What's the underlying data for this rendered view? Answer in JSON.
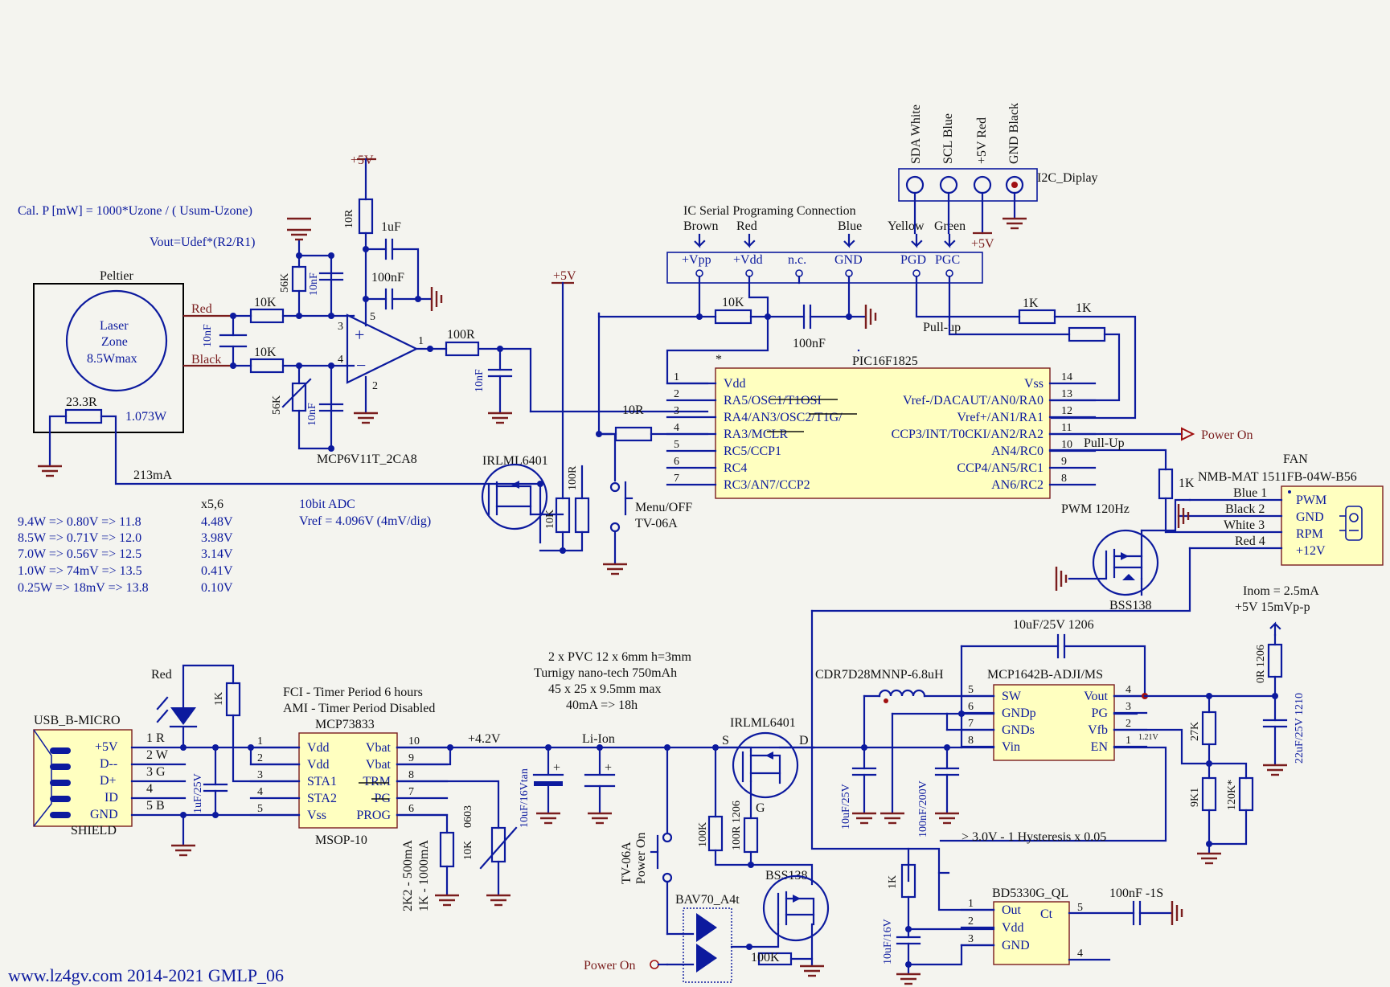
{
  "formulas": {
    "cal": "Cal. P [mW] = 1000*Uzone / ( Usum-Uzone)",
    "vout": "Vout=Udef*(R2/R1)"
  },
  "peltier": {
    "title": "Peltier",
    "laser_l1": "Laser",
    "laser_l2": "Zone",
    "laser_l3": "8.5Wmax",
    "red": "Red",
    "black": "Black",
    "r_sense": "23.3R",
    "power": "1.073W",
    "current": "213mA"
  },
  "amp": {
    "r10k_a": "10K",
    "r10k_b": "10K",
    "r56k_a": "56K",
    "r56k_b": "56K",
    "c10nf_a": "10nF",
    "c10nf_b": "10nF",
    "c10nf_in": "10nF",
    "pin3": "3",
    "pin4": "4",
    "pin5": "5",
    "pin2": "2",
    "pin1": "1",
    "opamp": "MCP6V11T_2CA8",
    "vcc": "+5V",
    "r10r": "10R",
    "c1uf": "1uF",
    "c100nf": "100nF",
    "r100r": "100R",
    "c10nf_out": "10nF"
  },
  "adc": {
    "head": "x5,6",
    "title": "10bit ADC",
    "vref": "Vref = 4.096V (4mV/dig)",
    "rows": [
      {
        "a": "9.4W => 0.80V => 11.8",
        "b": "4.48V"
      },
      {
        "a": "8.5W => 0.71V => 12.0",
        "b": "3.98V"
      },
      {
        "a": "7.0W => 0.56V => 12.5",
        "b": "3.14V"
      },
      {
        "a": "1.0W => 74mV => 13.5",
        "b": "0.41V"
      },
      {
        "a": "0.25W => 18mV => 13.8",
        "b": "0.10V"
      }
    ]
  },
  "mid": {
    "vcc": "+5V",
    "mosfet": "IRLML6401",
    "r100r": "100R",
    "r10k": "10K",
    "sw1": "Menu/OFF",
    "sw2": "TV-06A",
    "r10r": "10R"
  },
  "icsp": {
    "title": "IC Serial Programing Connection",
    "colors": [
      "Brown",
      "Red",
      "Blue",
      "Yellow",
      "Green"
    ],
    "pins": [
      "+Vpp",
      "+Vdd",
      "n.c.",
      "GND",
      "PGD",
      "PGC"
    ],
    "r10k": "10K",
    "c100nf": "100nF",
    "pullup": "Pull-up",
    "r1k_a": "1K",
    "r1k_b": "1K"
  },
  "i2c": {
    "name": "I2C_Diplay",
    "pins": [
      "SDA  White",
      "SCL  Blue",
      "+5V  Red",
      "GND  Black"
    ],
    "vcc": "+5V"
  },
  "mcu": {
    "name": "PIC16F1825",
    "star": "*",
    "left": [
      {
        "n": "1",
        "l": "Vdd"
      },
      {
        "n": "2",
        "l": "RA5/OSC1/T1OSI"
      },
      {
        "n": "3",
        "l": "RA4/AN3/OSC2/T1G/"
      },
      {
        "n": "4",
        "l": "RA3/MCLR"
      },
      {
        "n": "5",
        "l": "RC5/CCP1"
      },
      {
        "n": "6",
        "l": "RC4"
      },
      {
        "n": "7",
        "l": "RC3/AN7/CCP2"
      }
    ],
    "right": [
      {
        "n": "14",
        "l": "Vss"
      },
      {
        "n": "13",
        "l": "Vref-/DACAUT/AN0/RA0"
      },
      {
        "n": "12",
        "l": "Vref+/AN1/RA1"
      },
      {
        "n": "11",
        "l": "CCP3/INT/T0CKI/AN2/RA2"
      },
      {
        "n": "10",
        "l": "AN4/RC0"
      },
      {
        "n": "9",
        "l": "CCP4/AN5/RC1"
      },
      {
        "n": "8",
        "l": "AN6/RC2"
      }
    ],
    "pullup": "Pull-Up",
    "power_on": "Power On"
  },
  "fan": {
    "title": "FAN",
    "model": "NMB-MAT 1511FB-04W-B56",
    "wires": [
      "Blue 1",
      "Black 2",
      "White 3",
      "Red 4"
    ],
    "pins": [
      "PWM",
      "GND",
      "RPM",
      "+12V"
    ],
    "r1k": "1K",
    "pwm": "PWM 120Hz",
    "mosfet": "BSS138"
  },
  "usb": {
    "name": "USB_B-MICRO",
    "pins": [
      "+5V",
      "D--",
      "D+",
      "ID",
      "GND"
    ],
    "shield": "SHIELD",
    "pinnums": [
      "1 R",
      "2 W",
      "3 G",
      "4",
      "5 B"
    ],
    "led": "Red",
    "r1k": "1K",
    "cap": "1uF/25V"
  },
  "charger": {
    "fci": "FCI - Timer Period 6 hours",
    "ami": "AMI - Timer Period Disabled",
    "name": "MCP73833",
    "package": "MSOP-10",
    "left": [
      {
        "n": "1",
        "l": "Vdd"
      },
      {
        "n": "2",
        "l": "Vdd"
      },
      {
        "n": "3",
        "l": "STA1"
      },
      {
        "n": "4",
        "l": "STA2"
      },
      {
        "n": "5",
        "l": "Vss"
      }
    ],
    "right": [
      {
        "n": "10",
        "l": "Vbat"
      },
      {
        "n": "9",
        "l": "Vbat"
      },
      {
        "n": "8",
        "l": "TRM"
      },
      {
        "n": "7",
        "l": "PG"
      },
      {
        "n": "6",
        "l": "PROG"
      }
    ],
    "vout": "+4.2V",
    "prog1": "2K2 - 500mA",
    "prog2": "1K - 1000mA",
    "r10k": "10K",
    "pkg0603": "0603"
  },
  "battery": {
    "l1": "2 x PVC 12 x 6mm h=3mm",
    "l2": "Turnigy nano-tech 750mAh",
    "l3": "45 x 25 x 9.5mm max",
    "l4": "40mA => 18h",
    "liion": "Li-Ion",
    "cap": "10uF/16Vtan"
  },
  "power_switch": {
    "mosfet": "IRLML6401",
    "s": "S",
    "d": "D",
    "g": "G",
    "r100k": "100K",
    "r100r": "100R 1206",
    "sw1": "TV-06A",
    "sw2": "Power On",
    "bss": "BSS138",
    "bav": "BAV70_A4t",
    "r100k_b": "100K",
    "power_on": "Power On"
  },
  "boost": {
    "inductor": "CDR7D28MNNP-6.8uH",
    "cap_top": "10uF/25V 1206",
    "name": "MCP1642B-ADJI/MS",
    "left": [
      {
        "n": "5",
        "l": "SW"
      },
      {
        "n": "6",
        "l": "GNDp"
      },
      {
        "n": "7",
        "l": "GNDs"
      },
      {
        "n": "8",
        "l": "Vin"
      }
    ],
    "right": [
      {
        "n": "4",
        "l": "Vout"
      },
      {
        "n": "3",
        "l": "PG"
      },
      {
        "n": "2",
        "l": "Vfb"
      },
      {
        "n": "1",
        "l": "EN"
      }
    ],
    "v121": "1.21V",
    "c_in1": "10uF/25V",
    "c_in2": "100nF/200V",
    "inom": "Inom = 2.5mA",
    "ripple": "+5V 15mVp-p",
    "r0r": "0R 1206",
    "c_out": "22uF/25V 1210",
    "r27k": "27K",
    "r9k1": "9K1",
    "r120k": "120K*"
  },
  "supervisor": {
    "hyst": "> 3.0V - 1      Hysteresis x 0.05",
    "name": "BD5330G_QL",
    "left": [
      {
        "n": "1",
        "l": "Out"
      },
      {
        "n": "2",
        "l": "Vdd"
      },
      {
        "n": "3",
        "l": "GND"
      }
    ],
    "ct": "Ct",
    "pin5": "5",
    "pin4": "4",
    "cap": "100nF -1S",
    "r1k": "1K",
    "c10uf": "10uF/16V"
  },
  "footer": "www.lz4gv.com   2014-2021   GMLP_06"
}
